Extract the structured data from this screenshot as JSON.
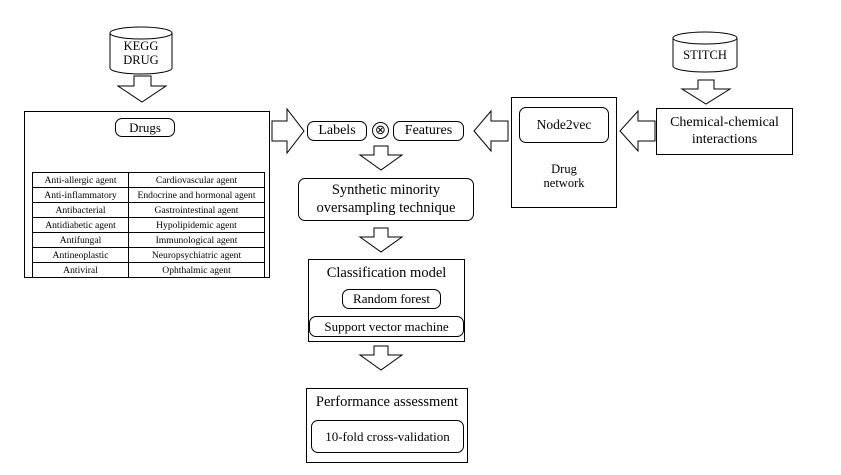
{
  "sources": {
    "kegg": {
      "line1": "KEGG",
      "line2": "DRUG"
    },
    "stitch": {
      "label": "STITCH"
    }
  },
  "drugs_panel": {
    "title": "Drugs",
    "classes": [
      [
        "Anti-allergic agent",
        "Cardiovascular agent"
      ],
      [
        "Anti-inflammatory",
        "Endocrine and hormonal agent"
      ],
      [
        "Antibacterial",
        "Gastrointestinal agent"
      ],
      [
        "Antidiabetic agent",
        "Hypolipidemic agent"
      ],
      [
        "Antifungal",
        "Immunological agent"
      ],
      [
        "Antineoplastic",
        "Neuropsychiatric agent"
      ],
      [
        "Antiviral",
        "Ophthalmic agent"
      ]
    ]
  },
  "labels_features": {
    "labels": "Labels",
    "operator": "⊗",
    "features": "Features"
  },
  "network_panel": {
    "node2vec": "Node2vec",
    "network_line1": "Drug",
    "network_line2": "network"
  },
  "interactions": {
    "line1": "Chemical-chemical",
    "line2": "interactions"
  },
  "smote": {
    "line1": "Synthetic minority",
    "line2": "oversampling technique"
  },
  "classification": {
    "title": "Classification model",
    "model1": "Random forest",
    "model2": "Support vector machine"
  },
  "performance": {
    "title": "Performance assessment",
    "method": "10-fold cross-validation"
  }
}
